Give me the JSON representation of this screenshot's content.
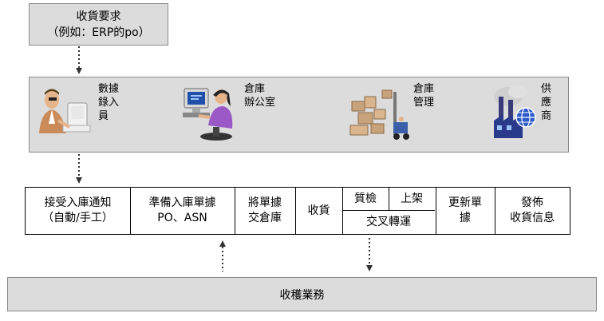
{
  "top_box": {
    "line1": "收貨要求",
    "line2": "（例如：ERP的po）"
  },
  "actors": [
    {
      "name": "數據錄入員",
      "lines": [
        "數據",
        "錄入",
        "員"
      ],
      "icon": "data-entry-clerk-icon"
    },
    {
      "name": "倉庫辦公室",
      "lines": [
        "倉庫",
        "辦公室"
      ],
      "icon": "office-worker-icon"
    },
    {
      "name": "倉庫管理",
      "lines": [
        "倉庫",
        "管理"
      ],
      "icon": "forklift-warehouse-icon"
    },
    {
      "name": "供應商",
      "lines": [
        "供",
        "應",
        "商"
      ],
      "icon": "factory-globe-icon"
    }
  ],
  "process_steps": [
    {
      "lines": [
        "接受入庫通知",
        "（自動/手工）"
      ]
    },
    {
      "lines": [
        "準備入庫單據",
        "PO、ASN"
      ]
    },
    {
      "lines": [
        "將單據",
        "交倉庫"
      ]
    },
    {
      "lines": [
        "收貨"
      ]
    },
    {
      "sub_top": [
        "質檢",
        "上架"
      ],
      "sub_bottom": "交叉轉運"
    },
    {
      "lines": [
        "更新單",
        "據"
      ]
    },
    {
      "lines": [
        "發佈",
        "收貨信息"
      ]
    }
  ],
  "bottom_box": {
    "label": "收穫業務"
  }
}
